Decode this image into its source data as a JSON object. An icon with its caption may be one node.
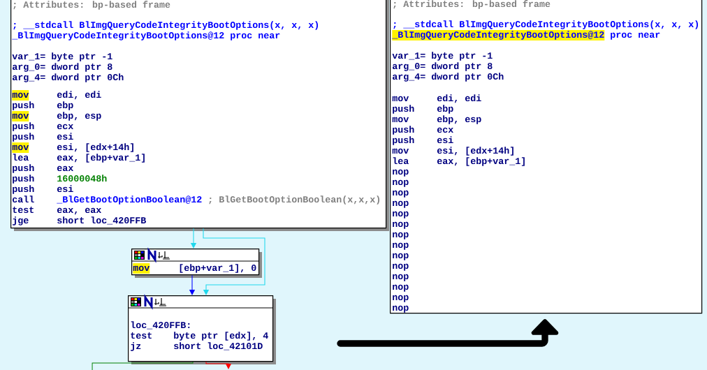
{
  "diagram": {
    "nodes": [
      {
        "text": [
          "; Attributes: bp-based frame",
          "; __stdcall BlImgQueryCodeIntegrityBootOptions(x, x, x)",
          "_BlImgQueryCodeIntegrityBootOptions@12",
          "proc near",
          "var_1= byte ptr -1",
          "arg_0= dword ptr 8",
          "arg_4= dword ptr 0Ch",
          "mov",
          "edi, edi",
          "push",
          "ebp",
          "mov",
          "ebp, esp",
          "push",
          "ecx",
          "push",
          "esi",
          "mov",
          "esi, [edx+14h]",
          "lea",
          "eax, [ebp+var_1]",
          "push",
          "eax",
          "push",
          "16000048h",
          "push",
          "esi",
          "call",
          "_BlGetBootOptionBoolean@12",
          "; BlGetBootOptionBoolean(x,x,x)",
          "test",
          "eax, eax",
          "jge",
          "short loc_420FFB"
        ]
      },
      {
        "text": [
          "mov",
          "[ebp+var_1], 0"
        ]
      },
      {
        "text": [
          "loc_420FFB:",
          "test",
          "byte ptr [edx], 4",
          "jz",
          "short loc_42101D"
        ]
      },
      {
        "text": [
          "; Attributes: bp-based frame",
          "; __stdcall BlImgQueryCodeIntegrityBootOptions(x, x, x)",
          "_BlImgQueryCodeIntegrityBootOptions@12",
          "proc near",
          "var_1= byte ptr -1",
          "arg_0= dword ptr 8",
          "arg_4= dword ptr 0Ch",
          "mov",
          "edi, edi",
          "push",
          "ebp",
          "mov",
          "ebp, esp",
          "push",
          "ecx",
          "push",
          "esi",
          "mov",
          "esi, [edx+14h]",
          "lea",
          "eax, [ebp+var_1]",
          "nop",
          "nop",
          "nop",
          "nop",
          "nop",
          "nop",
          "nop",
          "nop",
          "nop",
          "nop",
          "nop",
          "nop",
          "nop",
          "nop"
        ]
      }
    ],
    "edges": [
      {
        "from": 0,
        "to": 1,
        "arrow": "to",
        "color": "#20d8ec"
      },
      {
        "from": 0,
        "to": 2,
        "arrow": "to",
        "color": "#20d8ec"
      },
      {
        "from": 1,
        "to": 2,
        "arrow": "to",
        "color": "#0000ff"
      },
      {
        "from": 2,
        "to": null,
        "arrow": "none",
        "color": "#008000"
      },
      {
        "from": 2,
        "to": null,
        "arrow": "to",
        "color": "#ff0000"
      },
      {
        "from": null,
        "to": 3,
        "arrow": "to",
        "style": "thick",
        "color": "#000000"
      }
    ]
  }
}
